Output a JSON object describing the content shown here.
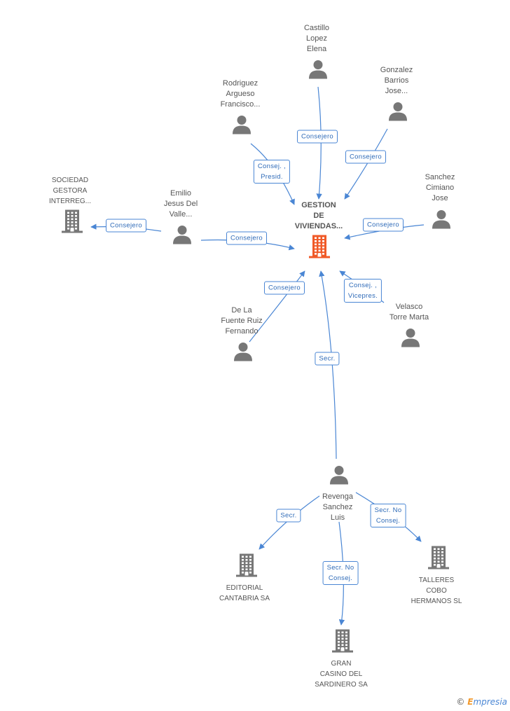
{
  "colors": {
    "edge": "#4a86d4",
    "person_icon": "#777777",
    "company_icon": "#777777",
    "focus_company": "#f05a28"
  },
  "nodes": {
    "focus": {
      "lines": [
        "GESTION",
        "DE",
        "VIVIENDAS..."
      ],
      "icon": "building-icon"
    },
    "castillo": {
      "lines": [
        "Castillo",
        "Lopez",
        "Elena"
      ],
      "icon": "person-icon"
    },
    "rodriguez": {
      "lines": [
        "Rodriguez",
        "Argueso",
        "Francisco..."
      ],
      "icon": "person-icon"
    },
    "gonzalez": {
      "lines": [
        "Gonzalez",
        "Barrios",
        "Jose..."
      ],
      "icon": "person-icon"
    },
    "sanchez": {
      "lines": [
        "Sanchez",
        "Cimiano",
        "Jose"
      ],
      "icon": "person-icon"
    },
    "emilio": {
      "lines": [
        "Emilio",
        "Jesus Del",
        "Valle..."
      ],
      "icon": "person-icon"
    },
    "sociedad": {
      "lines": [
        "SOCIEDAD",
        "GESTORA",
        "INTERREG..."
      ],
      "icon": "building-icon"
    },
    "delafuente": {
      "lines": [
        "De La",
        "Fuente Ruiz",
        "Fernando"
      ],
      "icon": "person-icon"
    },
    "velasco": {
      "lines": [
        "Velasco",
        "Torre Marta"
      ],
      "icon": "person-icon"
    },
    "revenga": {
      "lines": [
        "Revenga",
        "Sanchez",
        "Luis"
      ],
      "icon": "person-icon"
    },
    "editorial": {
      "lines": [
        "EDITORIAL",
        "CANTABRIA SA"
      ],
      "icon": "building-icon"
    },
    "talleres": {
      "lines": [
        "TALLERES",
        "COBO",
        "HERMANOS SL"
      ],
      "icon": "building-icon"
    },
    "casino": {
      "lines": [
        "GRAN",
        "CASINO DEL",
        "SARDINERO SA"
      ],
      "icon": "building-icon"
    }
  },
  "edges": [
    {
      "from": "castillo",
      "to": "focus",
      "label": [
        "Consejero"
      ]
    },
    {
      "from": "rodriguez",
      "to": "focus",
      "label": [
        "Consej. ,",
        "Presid."
      ]
    },
    {
      "from": "gonzalez",
      "to": "focus",
      "label": [
        "Consejero"
      ]
    },
    {
      "from": "sanchez",
      "to": "focus",
      "label": [
        "Consejero"
      ]
    },
    {
      "from": "emilio",
      "to": "focus",
      "label": [
        "Consejero"
      ]
    },
    {
      "from": "emilio",
      "to": "sociedad",
      "label": [
        "Consejero"
      ]
    },
    {
      "from": "delafuente",
      "to": "focus",
      "label": [
        "Consejero"
      ]
    },
    {
      "from": "velasco",
      "to": "focus",
      "label": [
        "Consej. ,",
        "Vicepres."
      ]
    },
    {
      "from": "revenga",
      "to": "focus",
      "label": [
        "Secr."
      ]
    },
    {
      "from": "revenga",
      "to": "editorial",
      "label": [
        "Secr."
      ]
    },
    {
      "from": "revenga",
      "to": "talleres",
      "label": [
        "Secr.  No",
        "Consej."
      ]
    },
    {
      "from": "revenga",
      "to": "casino",
      "label": [
        "Secr.  No",
        "Consej."
      ]
    }
  ],
  "footer": {
    "copyright": "©",
    "brand_first": "E",
    "brand_rest": "mpresia"
  }
}
